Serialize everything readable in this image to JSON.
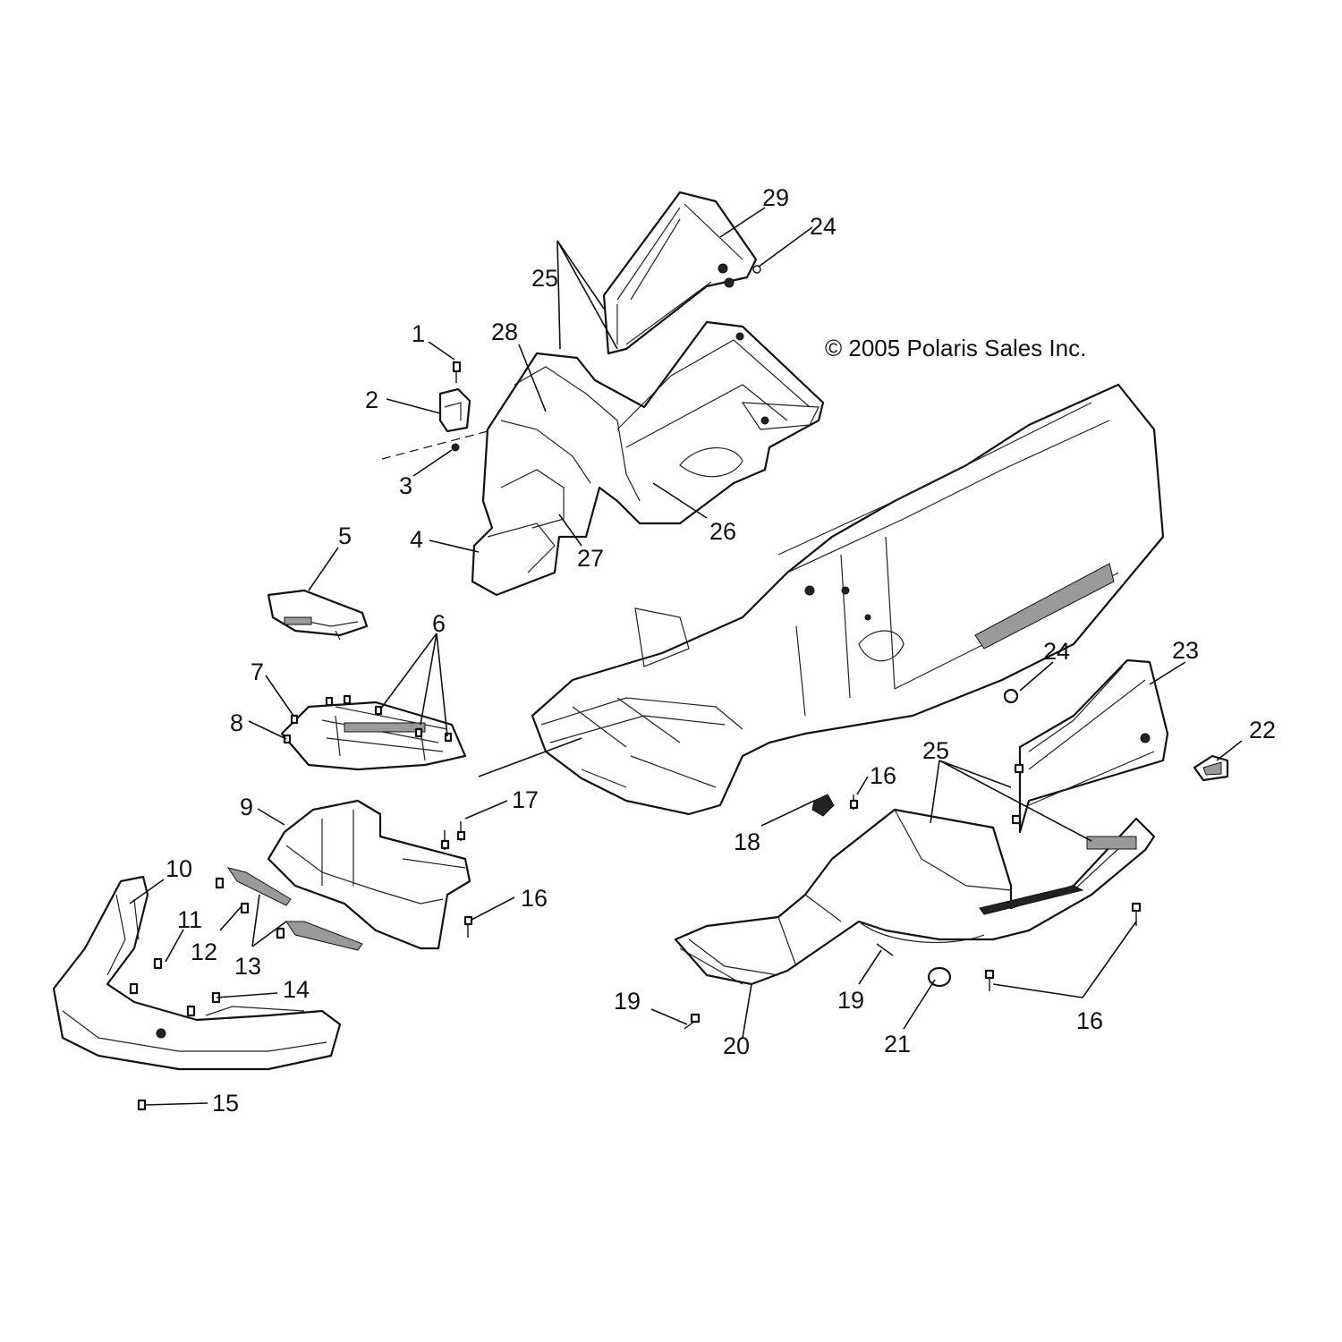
{
  "copyright": "© 2005 Polaris Sales Inc.",
  "callouts": {
    "c1": "1",
    "c2": "2",
    "c3": "3",
    "c4": "4",
    "c5": "5",
    "c6": "6",
    "c7": "7",
    "c8": "8",
    "c9": "9",
    "c10": "10",
    "c11": "11",
    "c12": "12",
    "c13": "13",
    "c14": "14",
    "c15": "15",
    "c16a": "16",
    "c16b": "16",
    "c16c": "16",
    "c17": "17",
    "c18": "18",
    "c19a": "19",
    "c19b": "19",
    "c20": "20",
    "c21": "21",
    "c22": "22",
    "c23": "23",
    "c24a": "24",
    "c24b": "24",
    "c25a": "25",
    "c25b": "25",
    "c26": "26",
    "c27": "27",
    "c28": "28",
    "c29": "29"
  },
  "icons": {
    "bolt": "bolt-icon",
    "rivet": "rivet-icon",
    "grommet": "grommet-icon"
  }
}
